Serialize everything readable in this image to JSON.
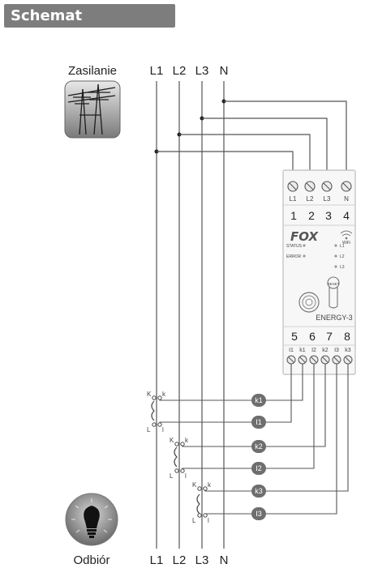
{
  "header": {
    "title": "Schemat podłączenia"
  },
  "supply": {
    "label": "Zasilanie",
    "icon": "power-line-icon"
  },
  "load": {
    "label": "Odbiór",
    "icon": "light-bulb-icon"
  },
  "phases_top": [
    "L1",
    "L2",
    "L3",
    "N"
  ],
  "phases_bottom": [
    "L1",
    "L2",
    "L3",
    "N"
  ],
  "device": {
    "brand": "FOX",
    "wifi_label": "WiFi",
    "model": "ENERGY-3",
    "top_terminals": [
      "L1",
      "L2",
      "L3",
      "N"
    ],
    "top_numbers": [
      "1",
      "2",
      "3",
      "4"
    ],
    "status_label": "STATUS",
    "error_label": "ERROR",
    "led_labels": [
      "L1",
      "L2",
      "L3"
    ],
    "reset_label": "RESET",
    "bottom_numbers": [
      "5",
      "6",
      "7",
      "8"
    ],
    "bottom_terminals": [
      "I1",
      "k1",
      "I2",
      "k2",
      "I3",
      "k3"
    ]
  },
  "ct_badges": [
    "k1",
    "I1",
    "k2",
    "I2",
    "k3",
    "I3"
  ],
  "ct_pins": [
    {
      "top_K": "K",
      "top_k": "k",
      "bottom_L": "L",
      "bottom_l": "l"
    },
    {
      "top_K": "K",
      "top_k": "k",
      "bottom_L": "L",
      "bottom_l": "l"
    },
    {
      "top_K": "K",
      "top_k": "k",
      "bottom_L": "L",
      "bottom_l": "l"
    }
  ],
  "colors": {
    "header_bg": "#7d7d7d",
    "line": "#555555",
    "badge": "#6e6e6e"
  }
}
